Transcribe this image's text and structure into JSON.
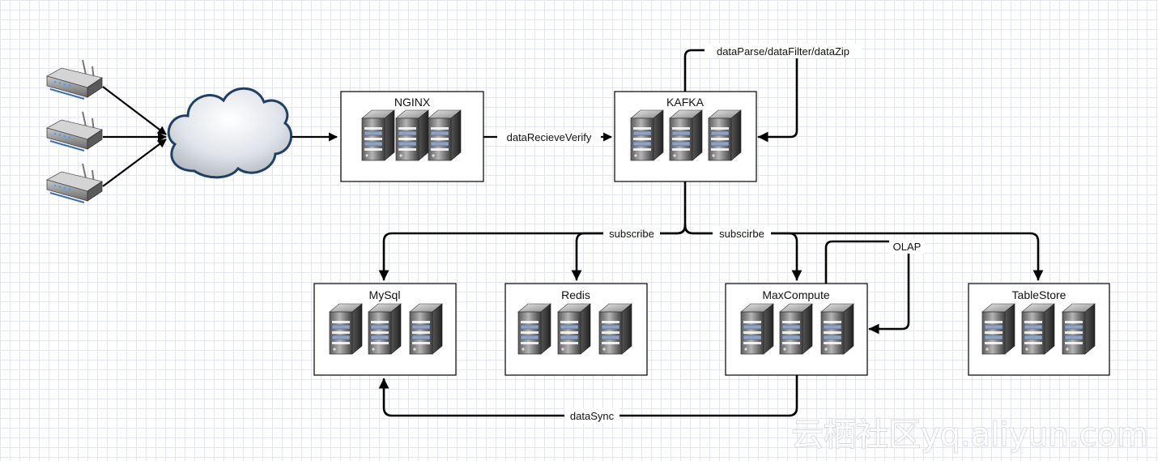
{
  "nodes": {
    "nginx": "NGINX",
    "kafka": "KAFKA",
    "mysql": "MySql",
    "redis": "Redis",
    "maxcompute": "MaxCompute",
    "tablestore": "TableStore"
  },
  "edge_labels": {
    "data_receive_verify": "dataRecieveVerify",
    "data_parse": "dataParse/dataFilter/dataZip",
    "subscribe_left": "subscribe",
    "subscribe_right": "subscirbe",
    "olap": "OLAP",
    "data_sync": "dataSync"
  },
  "watermark": "云栖社区yq.aliyun.com",
  "icons": {
    "device": "router-icon",
    "network": "cloud-icon",
    "server": "server-icon"
  }
}
